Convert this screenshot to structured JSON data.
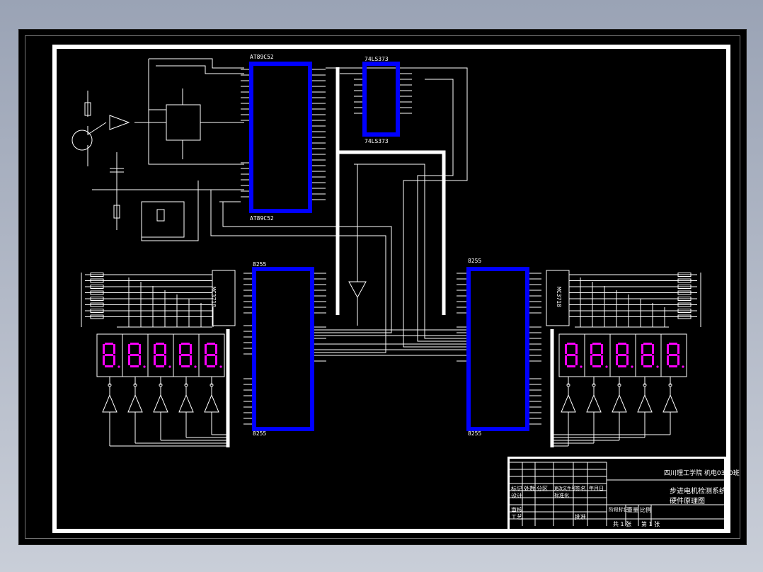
{
  "chips": {
    "mcu_top": "AT89C52",
    "mcu_bottom": "AT89C52",
    "latch_top": "74LS373",
    "latch_bottom": "74LS373",
    "ppi_left_top": "8255",
    "ppi_left_bottom": "8255",
    "ppi_right_top": "8255",
    "ppi_right_bottom": "8255",
    "driver_left": "MC3718",
    "driver_right": "MC3718"
  },
  "display": {
    "digit_char": "8",
    "digit_count": 5,
    "segment_color": "#ff00ff"
  },
  "wire_color": "#ffffff",
  "highlight_color": "#0000ff",
  "title_block": {
    "school": "四川理工学院  机电0310班",
    "project": "步进电机检测系统",
    "drawing": "硬件原理图",
    "cells": [
      "标记",
      "处数",
      "分区",
      "更改文件号",
      "签名",
      "年月日",
      "设计",
      "标准化",
      "阶段标记",
      "重量",
      "比例",
      "审核",
      "工艺",
      "批准",
      "共 1 张",
      "第 1 张"
    ]
  }
}
